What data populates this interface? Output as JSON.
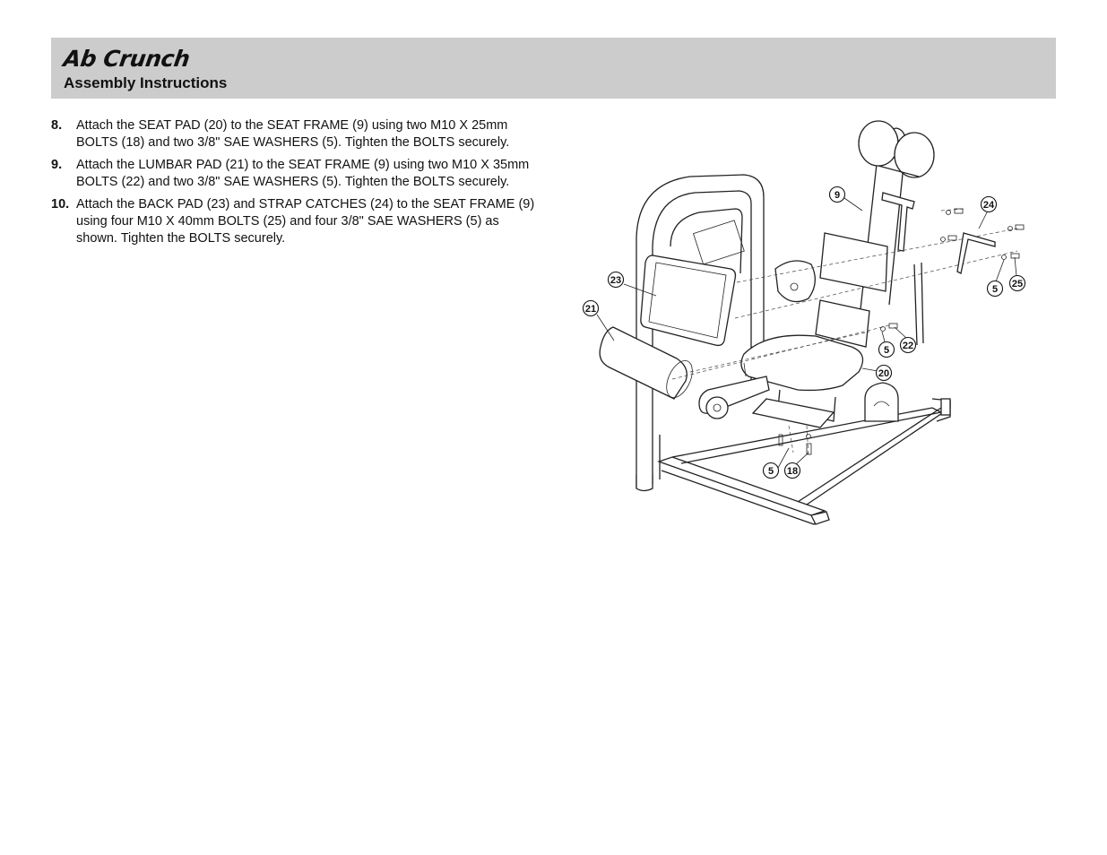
{
  "header": {
    "title": "Ab Crunch",
    "subtitle": "Assembly Instructions"
  },
  "steps": [
    {
      "number": "8.",
      "text": "Attach the SEAT PAD (20) to the SEAT FRAME (9) using two M10 X 25mm BOLTS (18) and two 3/8\" SAE WASHERS (5). Tighten the BOLTS securely."
    },
    {
      "number": "9.",
      "text": "Attach the LUMBAR PAD (21) to the SEAT FRAME (9) using two M10 X 35mm BOLTS (22) and two 3/8\" SAE WASHERS (5). Tighten the BOLTS securely."
    },
    {
      "number": "10.",
      "text": "Attach the BACK PAD (23) and STRAP CATCHES (24) to the SEAT FRAME (9) using four M10 X 40mm BOLTS (25) and four 3/8\" SAE WASHERS (5) as shown. Tighten the BOLTS securely."
    }
  ],
  "diagram": {
    "callouts": [
      "9",
      "24",
      "23",
      "21",
      "5",
      "25",
      "5",
      "22",
      "20",
      "5",
      "18"
    ]
  }
}
